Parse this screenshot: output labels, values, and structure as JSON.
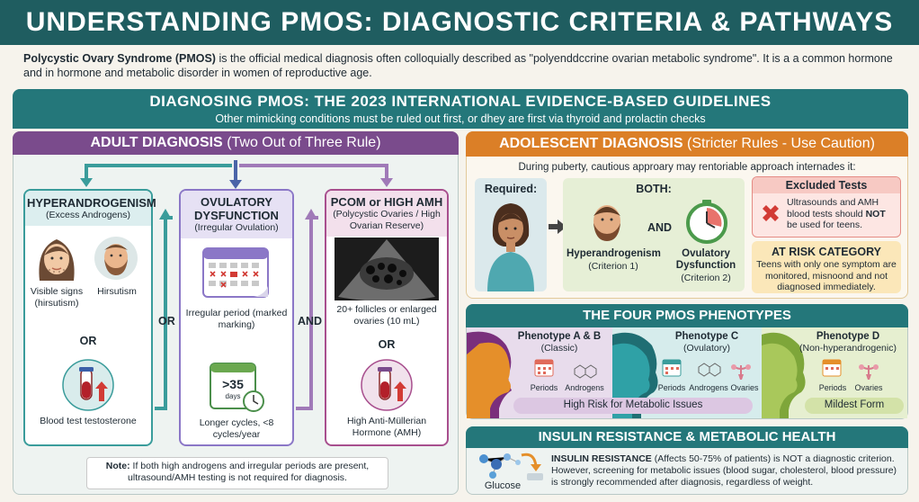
{
  "header": {
    "title": "UNDERSTANDING PMOS: DIAGNOSTIC CRITERIA & PATHWAYS"
  },
  "intro": {
    "bold": "Polycystic Ovary Syndrome (PMOS)",
    "text": " is the official medical diagnosis often colloquially described as \"polyenddccrine ovarian metabolic syndrome\". It is a a common hormone and in hormone and metabolic disorder in women of reproductive age."
  },
  "guidelines": {
    "title": "DIAGNOSING PMOS: THE 2023 INTERNATIONAL EVIDENCE-BASED GUIDELINES",
    "subtitle": "Other mimicking conditions must be ruled out first, or dhey are first via thyroid and prolactin checks"
  },
  "adult": {
    "title": "ADULT DIAGNOSIS",
    "title_note": "(Two Out of Three Rule)",
    "or1": "OR",
    "and1": "AND",
    "hyper": {
      "title": "HYPERANDROGENISM",
      "sub": "(Excess Androgens)",
      "sign1": "Visible signs (hirsutism)",
      "sign2": "Hirsutism",
      "or": "OR",
      "test": "Blood test testosterone"
    },
    "ovul": {
      "title": "OVULATORY DYSFUNCTION",
      "sub": "(Irregular Ovulation)",
      "item1": "Irregular period (marked marking)",
      "days_num": ">35",
      "days_unit": "days",
      "item2": "Longer cycles, <8 cycles/year"
    },
    "pcom": {
      "title": "PCOM or HIGH AMH",
      "sub": "(Polycystic Ovaries / High Ovarian Reserve)",
      "item1": "20+ follicles or enlarged ovaries (10 mL)",
      "or": "OR",
      "item2": "High Anti-Müllerian Hormone (AMH)"
    },
    "note_bold": "Note:",
    "note": " If both high androgens and irregular periods are present, ultrasound/AMH testing is not required for diagnosis."
  },
  "adolescent": {
    "title": "ADOLESCENT DIAGNOSIS",
    "title_note": "(Stricter Rules - Use Caution)",
    "intro": "During puberty, cautious approary may rentoriable approach internades it:",
    "required": "Required:",
    "both": "BOTH:",
    "and": "AND",
    "crit1": "Hyperandrogenism",
    "crit1_sub": "(Criterion 1)",
    "crit2": "Ovulatory Dysfunction",
    "crit2_sub": "(Criterion 2)",
    "excluded_title": "Excluded Tests",
    "excluded_text1": "Ultrasounds and AMH blood tests should ",
    "excluded_bold": "NOT",
    "excluded_text2": " be used for teens.",
    "risk_title": "AT RISK CATEGORY",
    "risk_text": "Teens with only one symptom are monitored, misnoond and not diagnosed immediately."
  },
  "phenotypes": {
    "title": "THE FOUR PMOS PHENOTYPES",
    "ab_title": "Phenotype A & B",
    "ab_sub": "(Classic)",
    "c_title": "Phenotype C",
    "c_sub": "(Ovulatory)",
    "d_title": "Phenotype D",
    "d_sub": "(Non-hyperandrogenic)",
    "periods": "Periods",
    "androgens": "Androgens",
    "ovaries": "Ovaries",
    "high_risk": "High Risk for Metabolic Issues",
    "mildest": "Mildest Form"
  },
  "insulin": {
    "title": "INSULIN RESISTANCE & METABOLIC HEALTH",
    "glucose": "Glucose",
    "bold": "INSULIN RESISTANCE",
    "text": " (Affects 50-75% of patients) is NOT a diagnostic criterion. However, screening for metabolic issues (blood sugar, cholesterol, blood pressure) is strongly recommended after diagnosis, regardless of weight."
  },
  "colors": {
    "teal": "#24777a",
    "purple": "#7a4b8c",
    "orange": "#db7f27",
    "red": "#d23b35"
  }
}
